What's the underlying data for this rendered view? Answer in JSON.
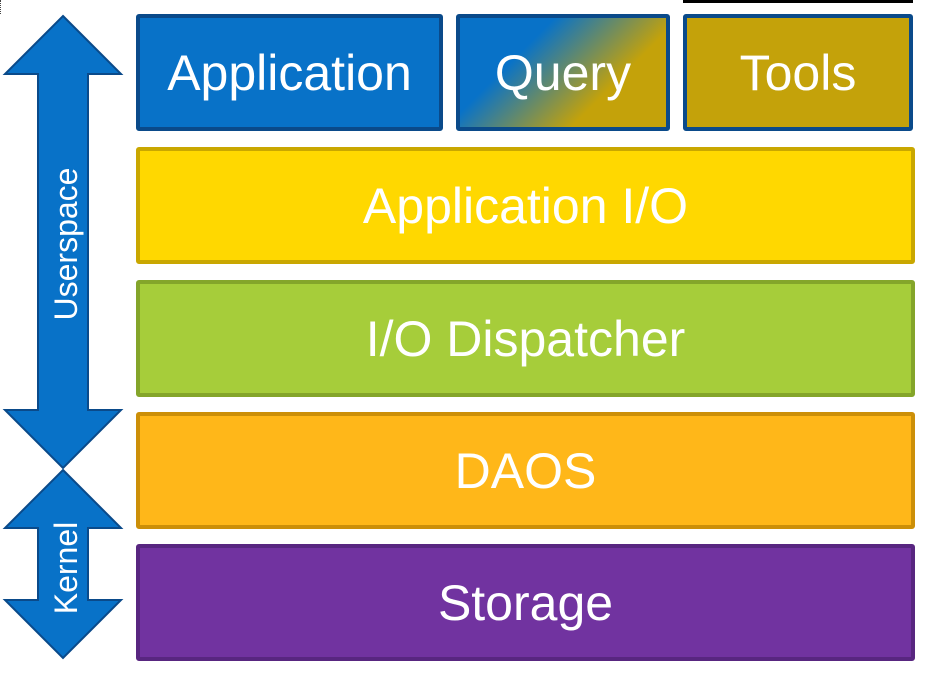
{
  "top_row": {
    "application": "Application",
    "query": "Query",
    "tools": "Tools"
  },
  "layers": {
    "application_io": "Application I/O",
    "io_dispatcher": "I/O Dispatcher",
    "daos": "DAOS",
    "storage": "Storage"
  },
  "side_arrows": {
    "userspace": "Userspace",
    "kernel": "Kernel"
  },
  "colors": {
    "blue": "#0872c8",
    "olive": "#c4a20a",
    "yellow": "#ffd800",
    "green": "#a6cd3a",
    "orange": "#ffb719",
    "purple": "#7133a0"
  }
}
